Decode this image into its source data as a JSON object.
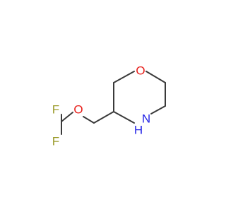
{
  "diagram": {
    "type": "chemical-structure",
    "colors": {
      "bond": "#3a3a3a",
      "oxygen": "#e8201c",
      "nitrogen": "#2424e6",
      "fluorine": "#9b9b2a"
    },
    "atoms": {
      "ring_oxygen": {
        "symbol": "O",
        "element": "oxygen"
      },
      "ring_nitrogen": {
        "symbol": "N",
        "element": "nitrogen"
      },
      "ring_nitrogen_h": {
        "symbol": "H",
        "element": "nitrogen"
      },
      "ether_oxygen": {
        "symbol": "O",
        "element": "oxygen"
      },
      "fluorine_top": {
        "symbol": "F",
        "element": "fluorine"
      },
      "fluorine_bottom": {
        "symbol": "F",
        "element": "fluorine"
      }
    }
  }
}
